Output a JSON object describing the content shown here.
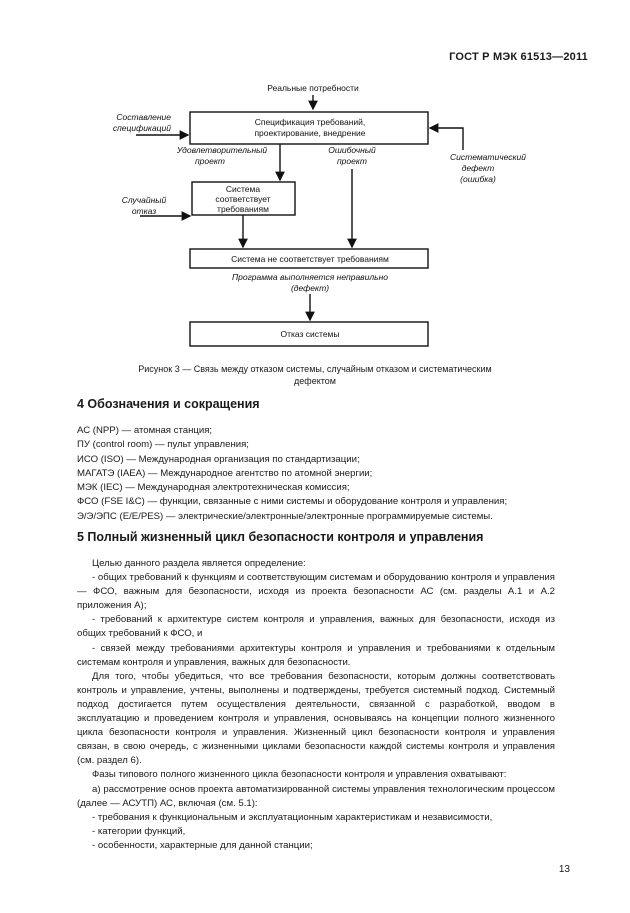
{
  "header": {
    "standard": "ГОСТ Р МЭК 61513—2011"
  },
  "diagram": {
    "real_needs": "Реальные потребности",
    "spec_left_1": "Составление",
    "spec_left_2": "спецификаций",
    "spec_box_1": "Спецификация требований,",
    "spec_box_2": "проектирование, внедрение",
    "good_design_1": "Удовлетворительный",
    "good_design_2": "проект",
    "bad_design_1": "Ошибочный",
    "bad_design_2": "проект",
    "systematic_1": "Систематический",
    "systematic_2": "дефект",
    "systematic_3": "(ошибка)",
    "random_1": "Случайный",
    "random_2": "отказ",
    "meets_1": "Система",
    "meets_2": "соответствует",
    "meets_3": "требованиям",
    "not_meets": "Система не соответствует требованиям",
    "sw_fault_1": "Программа выполняется неправильно",
    "sw_fault_2": "(дефект)",
    "failure": "Отказ системы"
  },
  "caption": {
    "line1": "Рисунок 3 — Связь между отказом системы, случайным отказом и систематическим",
    "line2": "дефектом"
  },
  "section4": {
    "title": "4 Обозначения и сокращения",
    "items": [
      "АС (NPP) — атомная станция;",
      "ПУ (control room) — пульт управления;",
      "ИСО (ISO) — Международная организация по стандартизации;",
      "МАГАТЭ (IAEA) — Международное агентство по атомной энергии;",
      "МЭК (IEC) — Международная электротехническая комиссия;",
      "ФСО (FSE I&C) — функции, связанные с ними системы и оборудование контроля и управления;",
      "Э/Э/ЭПС (E/E/PES) — электрические/электронные/электронные программируемые системы."
    ]
  },
  "section5": {
    "title": "5 Полный жизненный цикл безопасности контроля и управления",
    "paragraphs": [
      "Целью данного раздела является определение:",
      "- общих требований к функциям и соответствующим системам и оборудованию контроля и управления — ФСО, важным для безопасности, исходя из проекта безопасности АС (см. разделы А.1 и А.2 приложения А);",
      "- требований к архитектуре систем контроля и управления, важных для безопасности, исходя из общих требований к ФСО, и",
      "- связей между требованиями архитектуры контроля и управления и требованиями к отдельным системам контроля и управления, важных для безопасности.",
      "Для того, чтобы убедиться, что все требования безопасности, которым должны соответствовать контроль и управление, учтены, выполнены и подтверждены, требуется системный подход. Системный подход достигается путем осуществления деятельности, связанной с разработкой, вводом в эксплуатацию и проведением контроля и управления, основываясь на концепции полного жизненного цикла безопасности контроля и управления. Жизненный цикл безопасности контроля и управления связан, в свою очередь, с жизненными циклами безопасности каждой системы контроля и управления (см. раздел 6).",
      "Фазы типового полного жизненного цикла безопасности контроля и управления охватывают:",
      "а) рассмотрение основ проекта автоматизированной системы управления технологическим процессом (далее — АСУТП) АС, включая (см. 5.1):",
      "- требования к функциональным и эксплуатационным характеристикам и независимости,",
      "- категории функций,",
      "- особенности, характерные для данной станции;"
    ]
  },
  "page_number": "13"
}
